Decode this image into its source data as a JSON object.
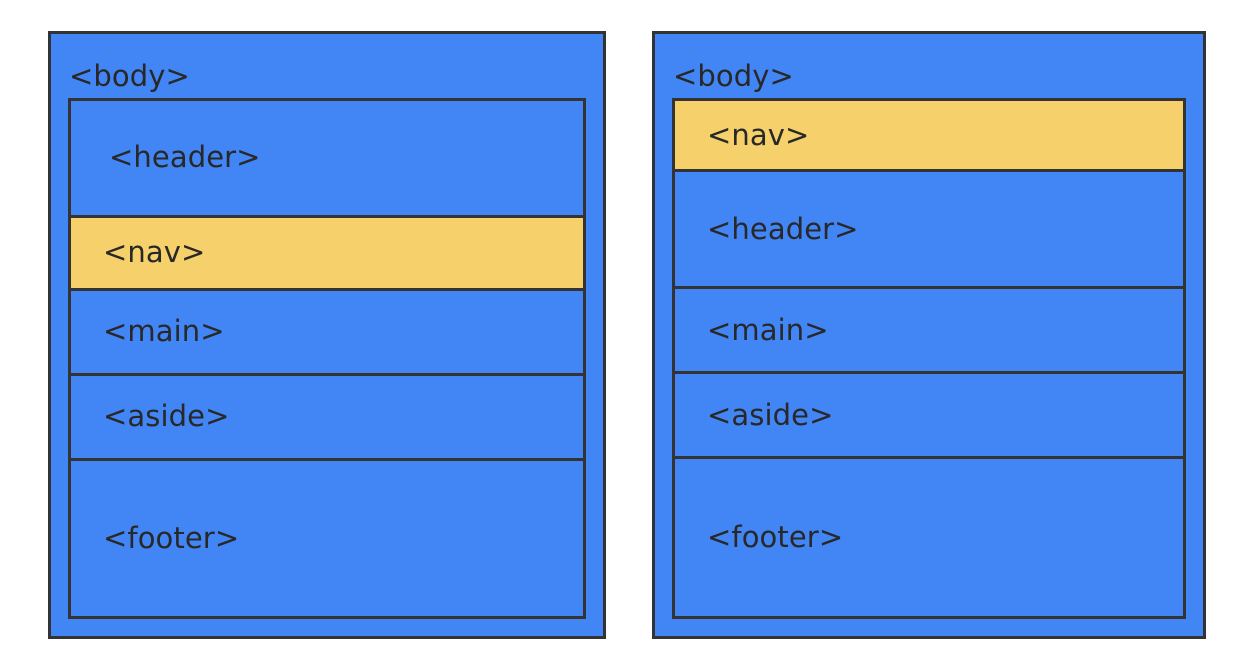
{
  "palette": {
    "background": "#ffffff",
    "container_fill": "#4285F4",
    "highlight_fill": "#F5D06B",
    "border": "#333333",
    "text": "#282828"
  },
  "diagrams": [
    {
      "id": "left",
      "container_label": "<body>",
      "elements": [
        {
          "label": "<header>",
          "highlighted": false,
          "height_ratio": 22.6
        },
        {
          "label": "<nav>",
          "highlighted": true,
          "height_ratio": 13.9
        },
        {
          "label": "<main>",
          "highlighted": false,
          "height_ratio": 16.3
        },
        {
          "label": "<aside>",
          "highlighted": false,
          "height_ratio": 16.3
        },
        {
          "label": "<footer>",
          "highlighted": false,
          "height_ratio": 30.9
        }
      ]
    },
    {
      "id": "right",
      "container_label": "<body>",
      "elements": [
        {
          "label": "<nav>",
          "highlighted": true,
          "height_ratio": 13.6
        },
        {
          "label": "<header>",
          "highlighted": false,
          "height_ratio": 22.6
        },
        {
          "label": "<main>",
          "highlighted": false,
          "height_ratio": 16.3
        },
        {
          "label": "<aside>",
          "highlighted": false,
          "height_ratio": 16.3
        },
        {
          "label": "<footer>",
          "highlighted": false,
          "height_ratio": 31.2
        }
      ]
    }
  ]
}
